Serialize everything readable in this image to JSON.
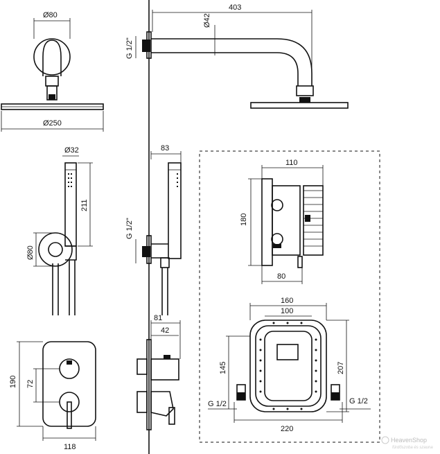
{
  "dimensions": {
    "head_diameter": "Ø80",
    "shower_diameter": "Ø250",
    "arm_length": "403",
    "arm_diameter": "Ø42",
    "arm_thread": "G 1/2\"",
    "hand_diameter": "Ø32",
    "hand_height": "211",
    "holder_diameter": "Ø80",
    "hand_depth": "83",
    "hose_thread": "G 1/2\"",
    "box_width": "110",
    "box_height": "180",
    "box_depth": "80",
    "frame_outer_width": "160",
    "frame_inner_width": "100",
    "frame_height": "145",
    "frame_total_height": "207",
    "frame_span": "220",
    "frame_thread_left": "G 1/2",
    "frame_thread_right": "G 1/2",
    "plate_height": "190",
    "plate_offset": "72",
    "plate_width": "118",
    "mixer_depth": "81",
    "mixer_handle_depth": "42"
  },
  "watermark": {
    "brand": "HeavenShop",
    "tagline": "fürdőszoba és szauna"
  }
}
